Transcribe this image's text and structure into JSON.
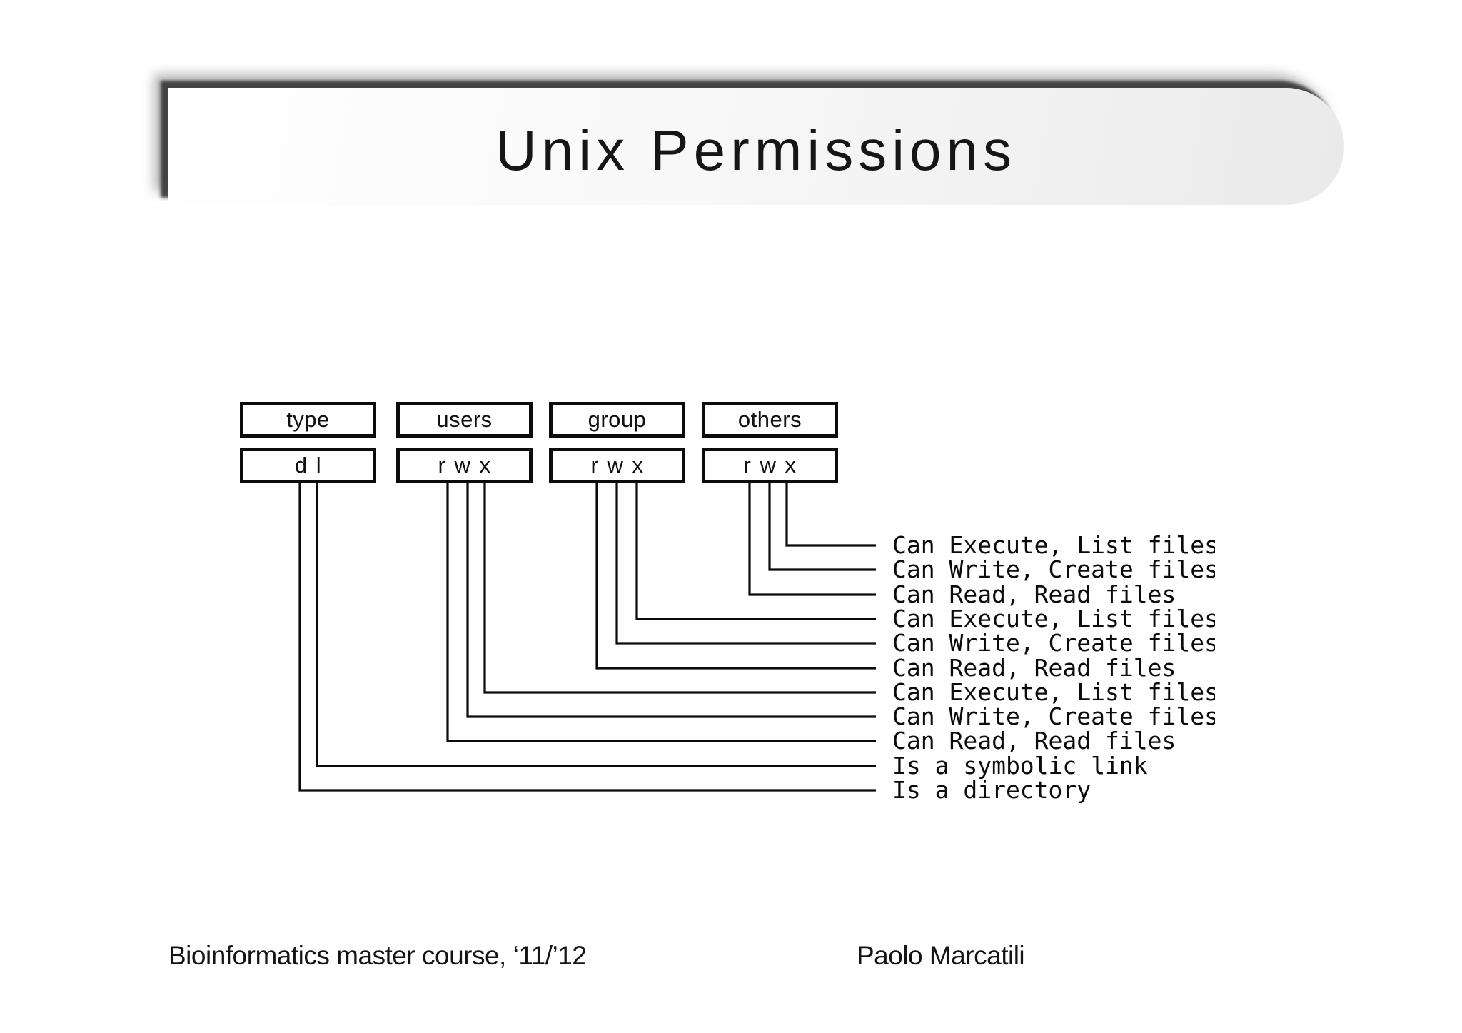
{
  "title": "Unix Permissions",
  "diagram": {
    "columns": [
      {
        "header": "type",
        "chars": "d l"
      },
      {
        "header": "users",
        "chars": "r w x"
      },
      {
        "header": "group",
        "chars": "r w x"
      },
      {
        "header": "others",
        "chars": "r w x"
      }
    ],
    "rows": [
      {
        "source": "others-x",
        "label": "Can Execute, List files"
      },
      {
        "source": "others-w",
        "label": "Can Write, Create files"
      },
      {
        "source": "others-r",
        "label": "Can Read, Read files"
      },
      {
        "source": "group-x",
        "label": "Can Execute, List files"
      },
      {
        "source": "group-w",
        "label": "Can Write, Create files"
      },
      {
        "source": "group-r",
        "label": "Can Read, Read files"
      },
      {
        "source": "users-x",
        "label": "Can Execute, List files"
      },
      {
        "source": "users-w",
        "label": "Can Write, Create files"
      },
      {
        "source": "users-r",
        "label": "Can Read, Read files"
      },
      {
        "source": "type-l",
        "label": "Is a symbolic link"
      },
      {
        "source": "type-d",
        "label": "Is a directory"
      }
    ]
  },
  "footer": {
    "left": "Bioinformatics master course, ‘11/’12",
    "right": "Paolo Marcatili"
  },
  "colors": {
    "ink": "#0b0b0b",
    "background": "#ffffff",
    "banner_shadow": "#3a3a3a"
  }
}
